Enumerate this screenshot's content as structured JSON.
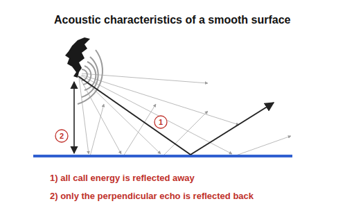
{
  "diagram": {
    "title": "Acoustic characteristics of a smooth surface",
    "labels": [
      "1",
      "2",
      "1) all call energy is reflected away",
      "2) only the perpendicular echo is reflected back"
    ]
  }
}
